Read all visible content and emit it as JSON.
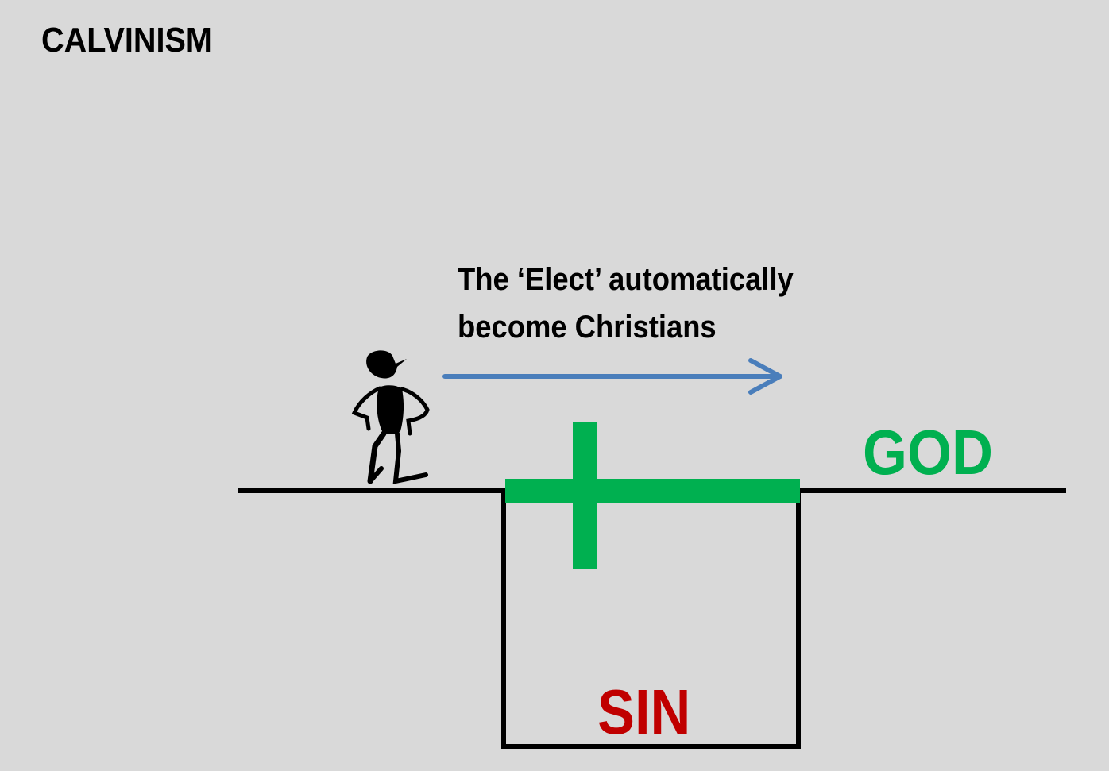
{
  "title": "CALVINISM",
  "caption": {
    "line1": "The ‘Elect’ automatically",
    "line2": "become Christians"
  },
  "labels": {
    "god": "GOD",
    "sin": "SIN"
  },
  "colors": {
    "background": "#d9d9d9",
    "god": "#00b050",
    "cross": "#00b050",
    "sin": "#c00000",
    "arrow": "#4a7ebb",
    "ground": "#000000"
  },
  "icons": [
    "person-figure-icon",
    "cross-icon",
    "arrow-right-icon"
  ]
}
